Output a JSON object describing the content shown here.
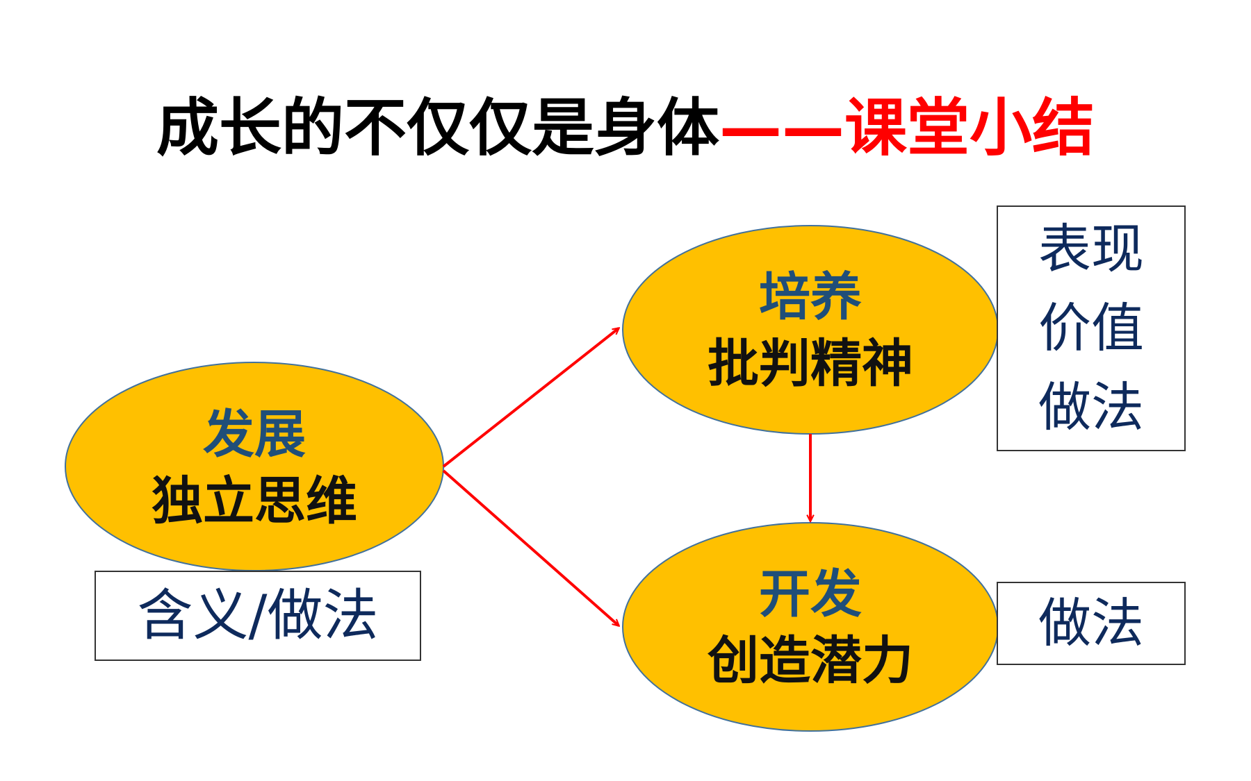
{
  "title": {
    "main": "成长的不仅仅是身体",
    "dash": "——",
    "accent": "课堂小结"
  },
  "nodes": {
    "develop": {
      "verb": "发展",
      "object": "独立思维"
    },
    "cultivate": {
      "verb": "培养",
      "object": "批判精神"
    },
    "explore": {
      "verb": "开发",
      "object": "创造潜力"
    }
  },
  "boxes": {
    "develop_box": {
      "text": "含义/做法"
    },
    "cultivate_box": {
      "lines": [
        "表现",
        "价值",
        "做法"
      ]
    },
    "explore_box": {
      "text": "做法"
    }
  },
  "colors": {
    "ellipse_fill": "#ffc000",
    "ellipse_stroke": "#41719c",
    "arrow": "#ff0000",
    "verb_text": "#1f4e79",
    "object_text": "#111111",
    "box_text": "#0e2a5c",
    "title_main": "#000000",
    "title_accent": "#ff0000"
  }
}
